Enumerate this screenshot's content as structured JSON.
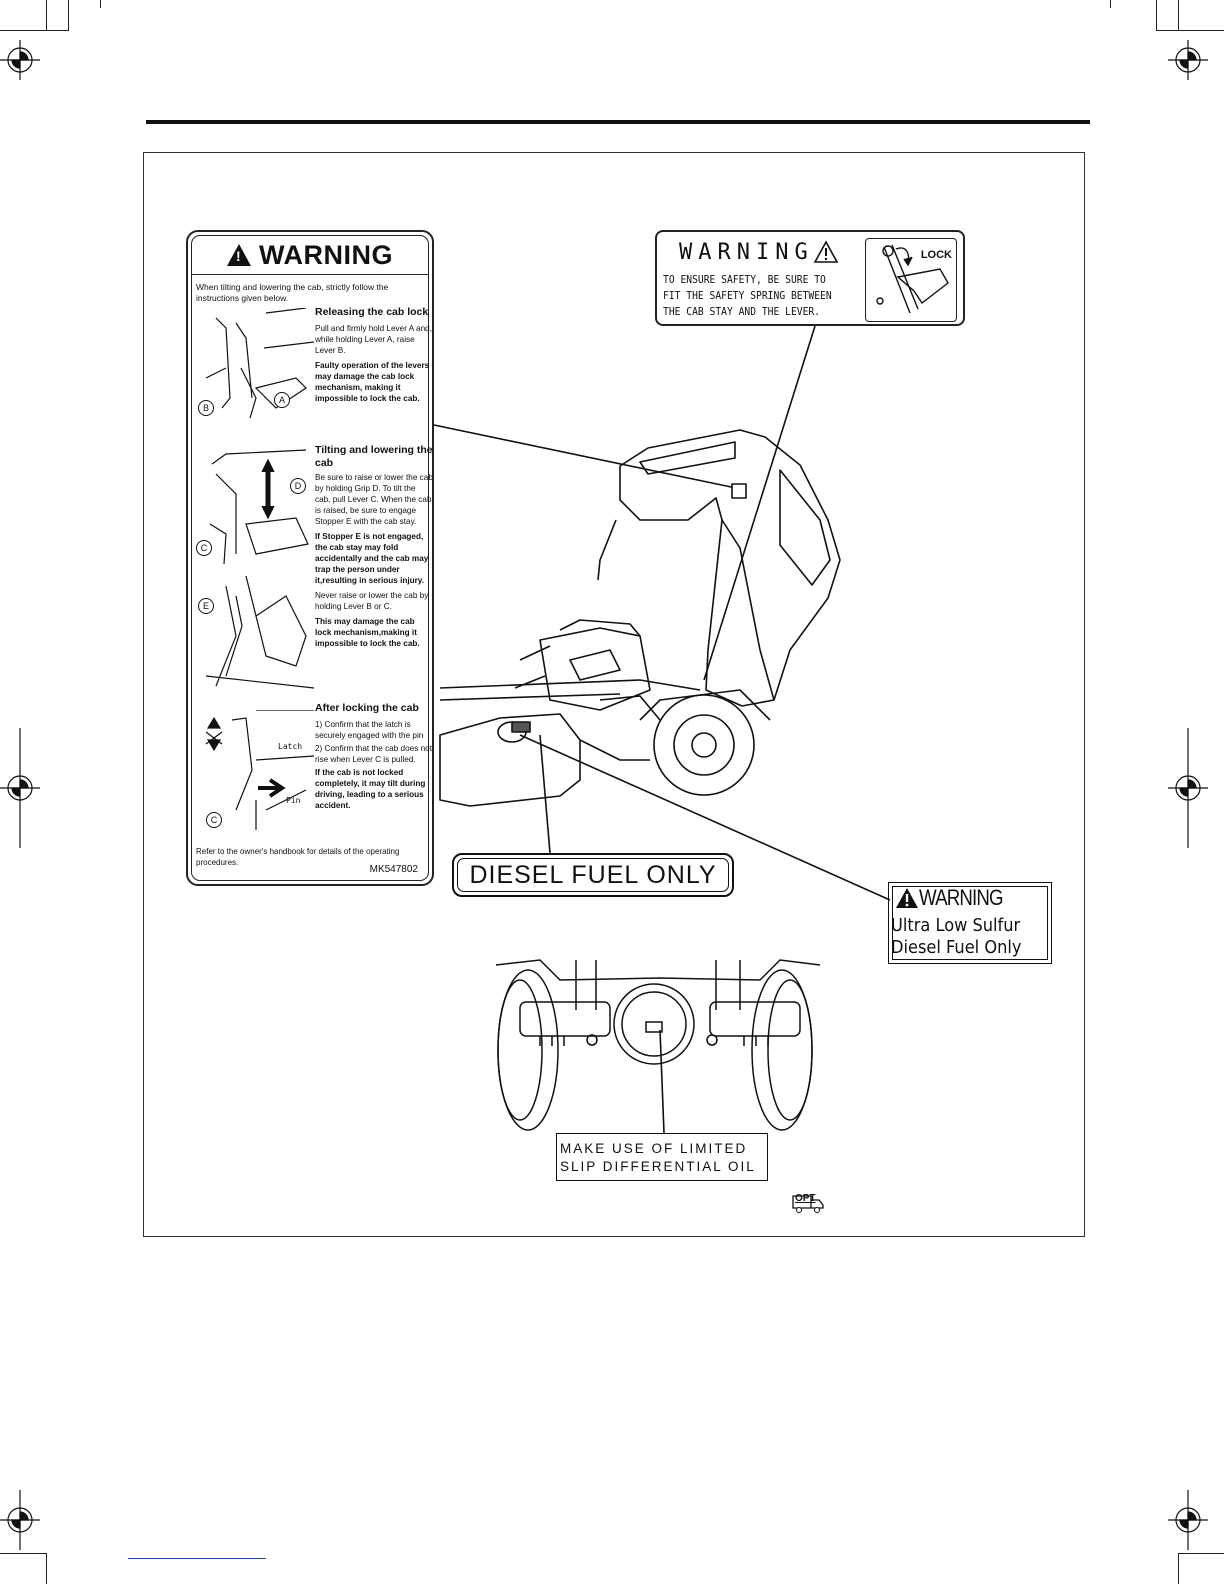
{
  "labels": {
    "left_warning": {
      "title": "WARNING",
      "intro": "When tilting and lowering the cab, strictly follow the instructions given below.",
      "sec1": {
        "heading": "Releasing the cab lock",
        "text": "Pull and firmly hold Lever A and, while holding Lever A, raise Lever B.",
        "bold": "Faulty operation of the levers may damage the cab lock mechanism, making it impossible to lock the cab."
      },
      "sec2": {
        "heading": "Tilting and lowering the cab",
        "text": "Be sure to raise or lower the cab by holding Grip D. To tilt the cab, pull Lever C. When the cab is raised, be sure to engage Stopper E with the cab stay.",
        "bold": "If Stopper E is not engaged, the cab stay may fold accidentally and the cab may trap the person under it,resulting in serious injury.",
        "text2": "Never raise or lower the cab by holding Lever B or C.",
        "bold2": "This may damage the cab lock mechanism,making it impossible to lock the cab."
      },
      "sec3": {
        "heading": "After locking the cab",
        "item1": "1) Confirm that the latch is securely engaged with the pin",
        "item2": "2) Confirm that the cab does not rise when Lever C is pulled.",
        "bold": "If the cab is not locked completely, it may tilt during driving, leading to a serious accident."
      },
      "footer": "Refer to the owner's handbook for details of the operating procedures.",
      "code": "MK547802",
      "callouts": {
        "a": "A",
        "b": "B",
        "c": "C",
        "d": "D",
        "e": "E",
        "latch": "Latch",
        "pin": "Pin"
      }
    },
    "top_warning": {
      "title": "WARNING",
      "body": "TO ENSURE SAFETY, BE SURE TO FIT THE SAFETY SPRING BETWEEN THE CAB STAY AND THE LEVER.",
      "lock": "LOCK"
    },
    "diesel": "DIESEL FUEL ONLY",
    "ulsd": {
      "title": "WARNING",
      "line1": "Ultra Low Sulfur",
      "line2": "Diesel Fuel Only"
    },
    "lsd": {
      "line1": "MAKE USE OF LIMITED",
      "line2": "SLIP DIFFERENTIAL OIL"
    },
    "opt": "OPT"
  }
}
